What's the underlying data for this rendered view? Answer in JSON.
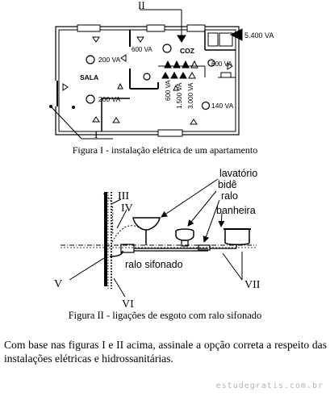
{
  "figure1": {
    "caption": "Figura I - instalação elétrica de um apartamento",
    "cut_marks": [
      "I",
      "II"
    ],
    "room_labels": [
      "SALA",
      "COZ"
    ],
    "load_labels": {
      "sala_top": "200 VA",
      "sala_bottom": "200 VA",
      "corridor": "600 VA",
      "external": "5.400 VA",
      "kitchen_right": "600 VA",
      "kitchen_bottom": "140 VA",
      "vertical": [
        "600 VA",
        "1.500 VA",
        "3.000 VA"
      ]
    }
  },
  "figure2": {
    "caption": "Figura II - ligações de esgoto com ralo sifonado",
    "roman_labels": [
      "III",
      "IV",
      "V",
      "VI",
      "VII"
    ],
    "fixture_labels": [
      "lavatório",
      "bidê",
      "ralo",
      "banheira",
      "ralo sifonado"
    ]
  },
  "question": "Com base nas figuras I e II acima, assinale a opção correta a respeito das instalações elétricas e hidrossanitárias.",
  "watermark": "estudegratis.com.br"
}
